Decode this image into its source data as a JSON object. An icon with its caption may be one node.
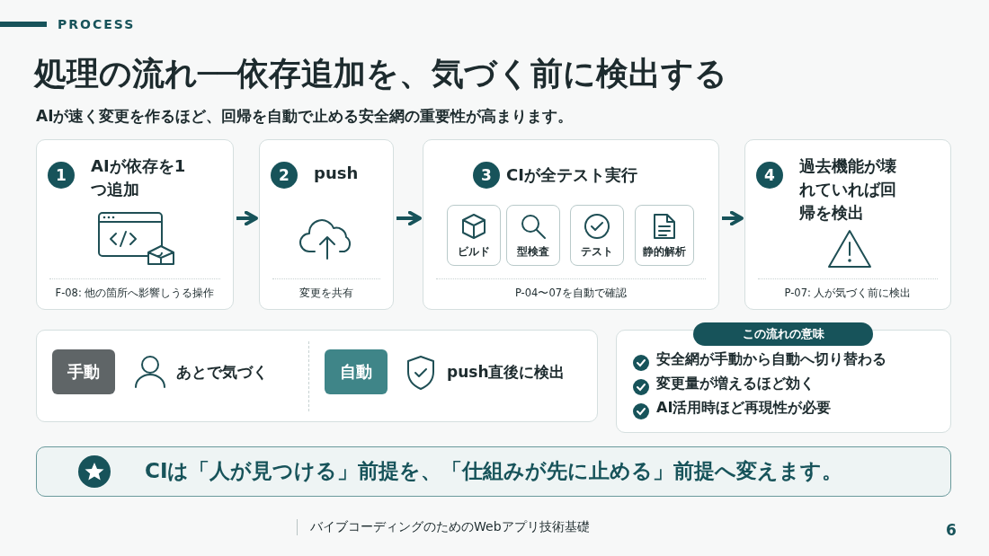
{
  "diagram": {
    "title": "処理の流れ──依存追加を、気づく前に検出する",
    "nodes": [
      {
        "text": [
          "1",
          "AIが依存を1つ追加",
          "F-08: 他の箇所へ影響しうる操作"
        ]
      },
      {
        "text": [
          "2",
          "push",
          "変更を共有"
        ]
      },
      {
        "text": [
          "3",
          "CIが全テスト実行",
          "P-04〜07を自動で確認"
        ]
      },
      {
        "text": [
          "ビルド"
        ],
        "in": 2
      },
      {
        "text": [
          "型検査"
        ],
        "in": 2
      },
      {
        "text": [
          "テスト"
        ],
        "in": 2
      },
      {
        "text": [
          "静的解析"
        ],
        "in": 2
      },
      {
        "text": [
          "4",
          "過去機能が壊れていれば回帰を検出",
          "P-07: 人が気づく前に検出"
        ]
      },
      {
        "text": [],
        "shape": "box"
      },
      {
        "text": [
          "手動"
        ],
        "in": 8,
        "beside": [
          "あとで気づく"
        ]
      },
      {
        "text": [
          "自動"
        ],
        "in": 8,
        "beside": [
          "push直後に検出"
        ]
      },
      {
        "text": [
          "この流れの意味",
          "安全網が手動から自動へ切り替わる",
          "変更量が増えるほど効く",
          "AI活用時ほど再現性が必要"
        ]
      },
      {
        "text": [
          "CIは「人が見つける」前提を、「仕組みが先に止める」前提へ変えます。"
        ]
      }
    ],
    "edges": [
      {
        "from": 0,
        "to": 1,
        "arrow": "to"
      },
      {
        "from": 1,
        "to": 2,
        "arrow": "to"
      },
      {
        "from": 2,
        "to": 7,
        "arrow": "to"
      }
    ],
    "labels": [
      "PROCESS",
      "AIが速く変更を作るほど、回帰を自動で止める安全網の重要性が高まります。",
      "バイブコーディングのためのWebアプリ技術基礎",
      "6"
    ]
  }
}
